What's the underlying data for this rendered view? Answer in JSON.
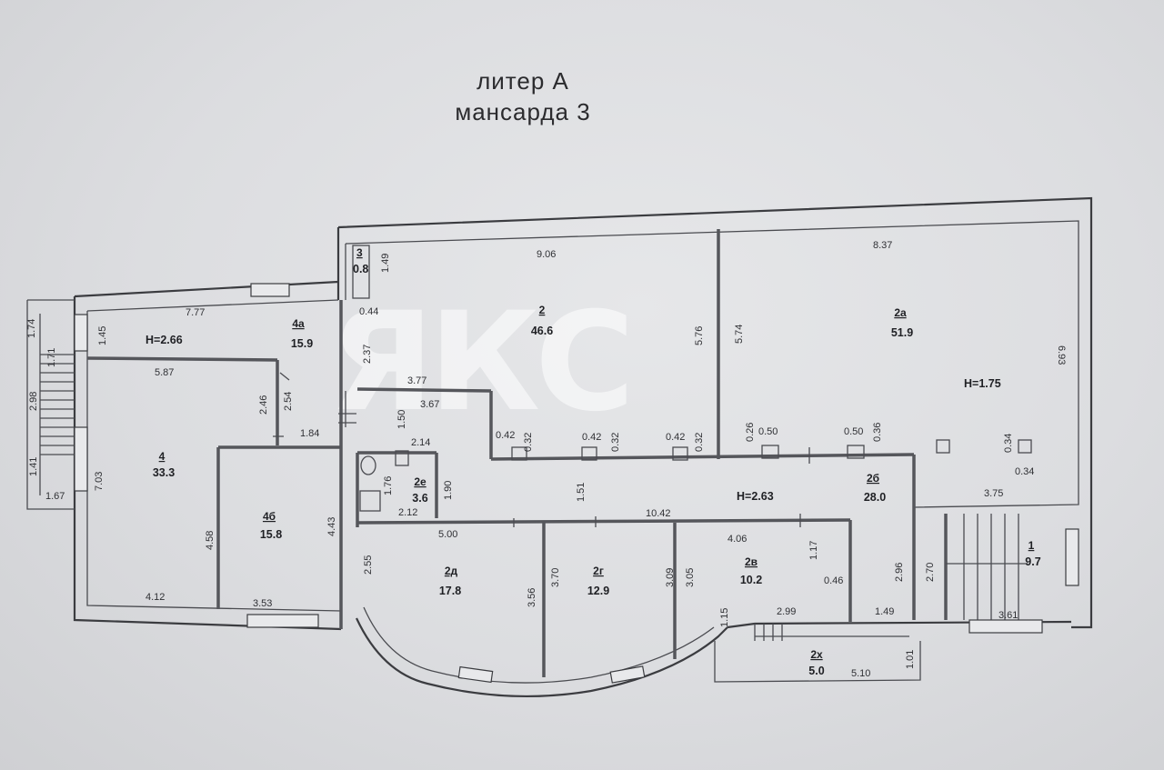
{
  "title": {
    "line1": "литер А",
    "line2": "мансарда 3"
  },
  "watermark": "ЯКС",
  "heights": {
    "room4a": "H=2.66",
    "room2a": "H=1.75",
    "corridor": "H=2.63"
  },
  "rooms": {
    "r3": {
      "id": "3",
      "area": "0.8"
    },
    "r2": {
      "id": "2",
      "area": "46.6"
    },
    "r2a": {
      "id": "2а",
      "area": "51.9"
    },
    "r4a": {
      "id": "4а",
      "area": "15.9"
    },
    "r4": {
      "id": "4",
      "area": "33.3"
    },
    "r4b": {
      "id": "4б",
      "area": "15.8"
    },
    "r2e": {
      "id": "2е",
      "area": "3.6"
    },
    "r2b": {
      "id": "2б",
      "area": "28.0"
    },
    "r2d": {
      "id": "2д",
      "area": "17.8"
    },
    "r2g": {
      "id": "2г",
      "area": "12.9"
    },
    "r2v": {
      "id": "2в",
      "area": "10.2"
    },
    "r1": {
      "id": "1",
      "area": "9.7"
    },
    "r2x": {
      "id": "2х",
      "area": "5.0"
    }
  },
  "dims": {
    "d906": "9.06",
    "d837": "8.37",
    "d149a": "1.49",
    "d044": "0.44",
    "d237": "2.37",
    "d576": "5.76",
    "d574": "5.74",
    "d693": "6.93",
    "d377": "3.77",
    "d367": "3.67",
    "d150": "1.50",
    "d214": "2.14",
    "d042a": "0.42",
    "d032a": "0.32",
    "d042b": "0.42",
    "d032b": "0.32",
    "d042c": "0.42",
    "d032c": "0.32",
    "d026": "0.26",
    "d050a": "0.50",
    "d050b": "0.50",
    "d036": "0.36",
    "d034a": "0.34",
    "d034b": "0.34",
    "d375": "3.75",
    "d777": "7.77",
    "d145": "1.45",
    "d587": "5.87",
    "d246": "2.46",
    "d254": "2.54",
    "d184": "1.84",
    "d174": "1.74",
    "d171": "1.71",
    "d298": "2.98",
    "d141": "1.41",
    "d167": "1.67",
    "d703": "7.03",
    "d458": "4.58",
    "d412": "4.12",
    "d443": "4.43",
    "d353": "3.53",
    "d176": "1.76",
    "d190": "1.90",
    "d212": "2.12",
    "d151": "1.51",
    "d1042": "10.42",
    "d500": "5.00",
    "d406": "4.06",
    "d117": "1.17",
    "d255": "2.55",
    "d356": "3.56",
    "d370": "3.70",
    "d309": "3.09",
    "d305": "3.05",
    "d046": "0.46",
    "d296": "2.96",
    "d270": "2.70",
    "d115": "1.15",
    "d299": "2.99",
    "d149b": "1.49",
    "d361": "3.61",
    "d510": "5.10",
    "d101": "1.01"
  },
  "colors": {
    "line": "#3b3c40",
    "paper": "#dcdde0",
    "ink": "#1f2024"
  }
}
